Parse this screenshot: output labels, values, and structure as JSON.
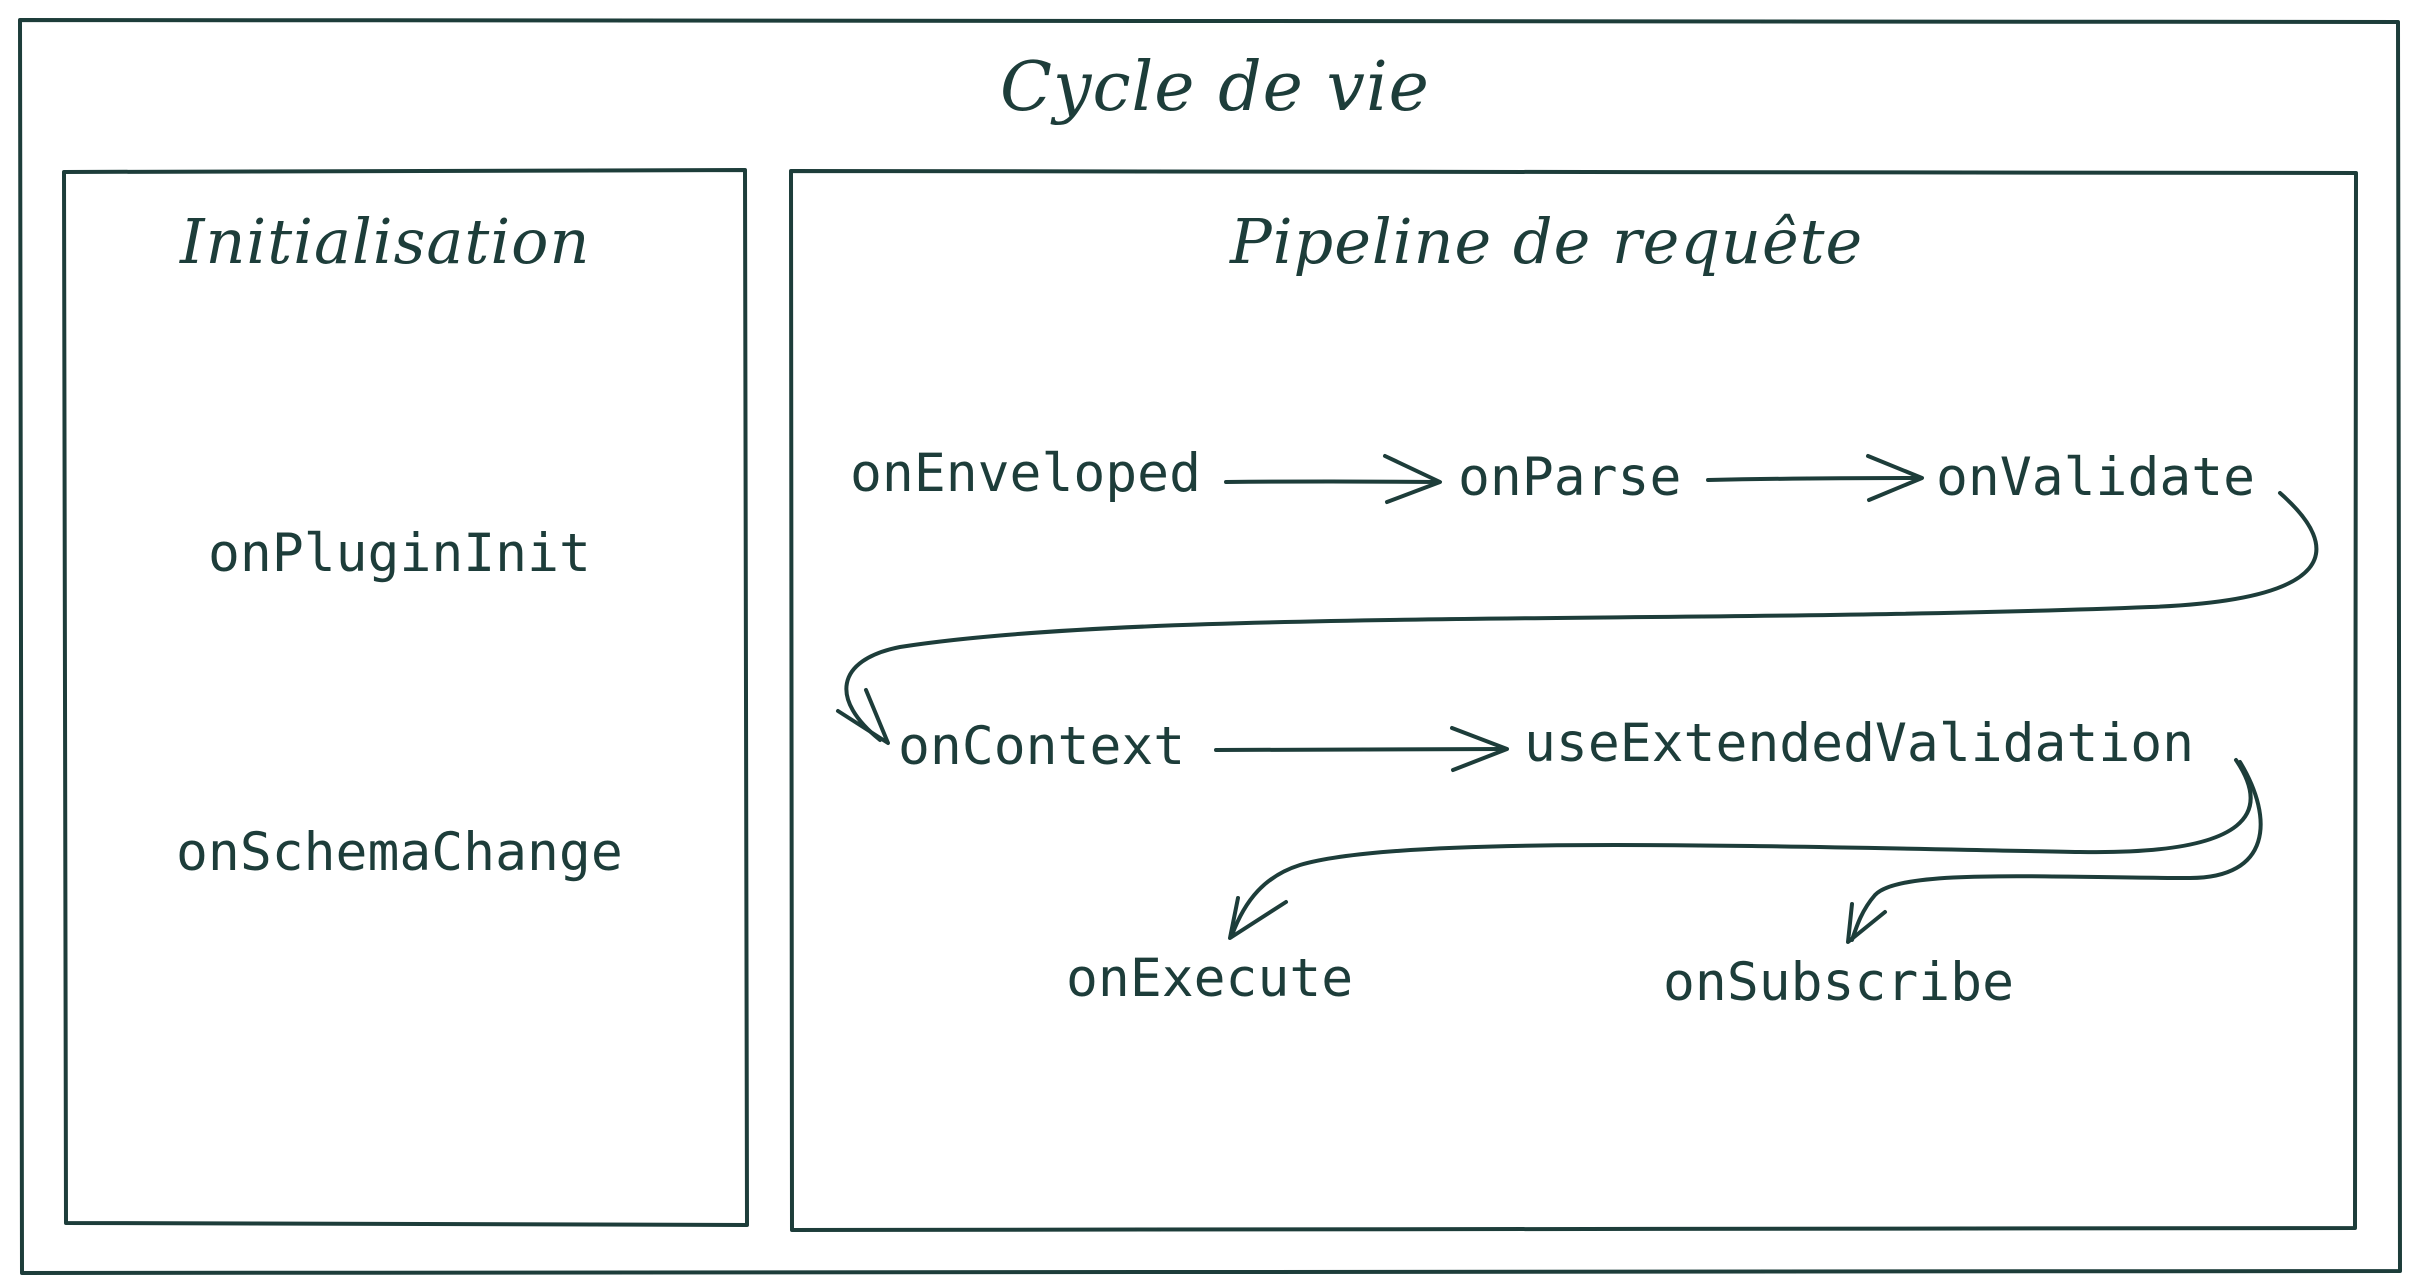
{
  "diagram": {
    "title": "Cycle de vie",
    "init_panel": {
      "title": "Initialisation",
      "hooks": [
        "onPluginInit",
        "onSchemaChange"
      ]
    },
    "pipeline_panel": {
      "title": "Pipeline de requête",
      "steps": {
        "enveloped": "onEnveloped",
        "parse": "onParse",
        "validate": "onValidate",
        "context": "onContext",
        "extended_validation": "useExtendedValidation",
        "execute": "onExecute",
        "subscribe": "onSubscribe"
      }
    },
    "colors": {
      "stroke": "#1d3d3a",
      "background": "#ffffff"
    }
  }
}
